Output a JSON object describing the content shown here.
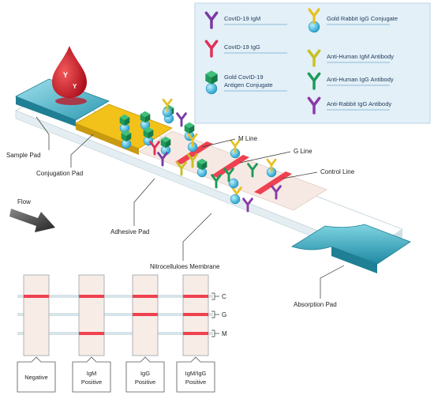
{
  "legend": {
    "items": [
      {
        "label": "CovID-19 IgM",
        "icon": "y-antibody",
        "color": "#7a3aa3"
      },
      {
        "label": "CovID-19 IgG",
        "icon": "y-antibody",
        "color": "#e0305a"
      },
      {
        "label_line1": "Gold CovID-19",
        "label_line2": "Antigen Conjugate",
        "icon": "cube-on-sphere",
        "color": "#1f9a5a"
      },
      {
        "label": "Gold Rabbit IgG Conjugate",
        "icon": "y-on-sphere",
        "color": "#e8c020"
      },
      {
        "label": "Anti-Human IgM Antibody",
        "icon": "y-antibody",
        "color": "#c8c020"
      },
      {
        "label": "Anti-Human IgG Antibody",
        "icon": "y-antibody",
        "color": "#1f9a5a"
      },
      {
        "label": "Anti-Rabbit IgG Antibody",
        "icon": "y-antibody",
        "color": "#8a3aa8"
      }
    ]
  },
  "labels": {
    "sample_pad": "Sample Pad",
    "conjugation_pad": "Conjugation Pad",
    "flow": "Flow",
    "adhesive_pad": "Adhesive Pad",
    "nitrocellulose_membrane": "Nitrocelluloes Membrane",
    "absorption_pad": "Absorption Pad",
    "m_line": "M Line",
    "g_line": "G Line",
    "control_line": "Control Line"
  },
  "results": {
    "markers": [
      "C",
      "G",
      "M"
    ],
    "strips": [
      {
        "label_line1": "Negative",
        "label_line2": "",
        "lines": [
          "C"
        ]
      },
      {
        "label_line1": "IgM",
        "label_line2": "Positive",
        "lines": [
          "C",
          "M"
        ]
      },
      {
        "label_line1": "IgG",
        "label_line2": "Positive",
        "lines": [
          "C",
          "G"
        ]
      },
      {
        "label_line1": "IgM/IgG",
        "label_line2": "Positive",
        "lines": [
          "C",
          "G",
          "M"
        ]
      }
    ]
  },
  "colors": {
    "pad_teal": "#2a9bb0",
    "conjugate_yellow": "#f2c21a",
    "test_line_red": "#ef4150",
    "membrane": "#f6e9e3",
    "legend_bg": "#e3f0f8",
    "blood": "#d01828"
  }
}
